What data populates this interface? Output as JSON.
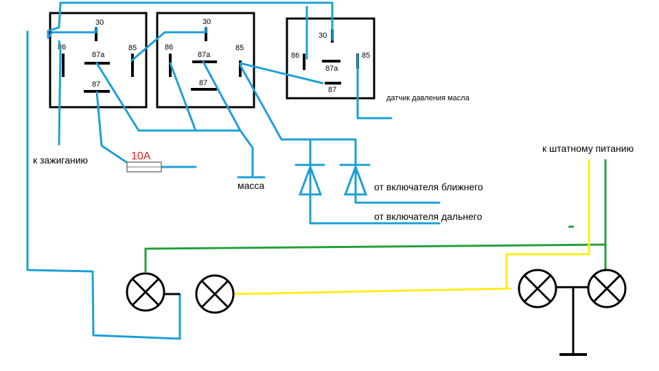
{
  "relays": [
    {
      "pins": {
        "p30": "30",
        "p86": "86",
        "p87a": "87a",
        "p85": "85",
        "p87": "87"
      }
    },
    {
      "pins": {
        "p30": "30",
        "p86": "86",
        "p87a": "87a",
        "p85": "85",
        "p87": "87"
      }
    },
    {
      "pins": {
        "p30": "30",
        "p86": "86",
        "p87a": "87a",
        "p85": "85",
        "p87": "87"
      }
    }
  ],
  "fuse": {
    "rating": "10A"
  },
  "labels": {
    "ignition": "к зажиганию",
    "ground": "масса",
    "oil_sensor": "датчик давления масла",
    "stock_power": "к штатному питанию",
    "low_beam_switch": "от включателя ближнего",
    "high_beam_switch": "от включателя дальнего"
  },
  "colors": {
    "control_wire": "#1a9fd8",
    "ground_wire": "#21a03a",
    "power_wire": "#ffec19",
    "fuse_label": "#e02020"
  }
}
